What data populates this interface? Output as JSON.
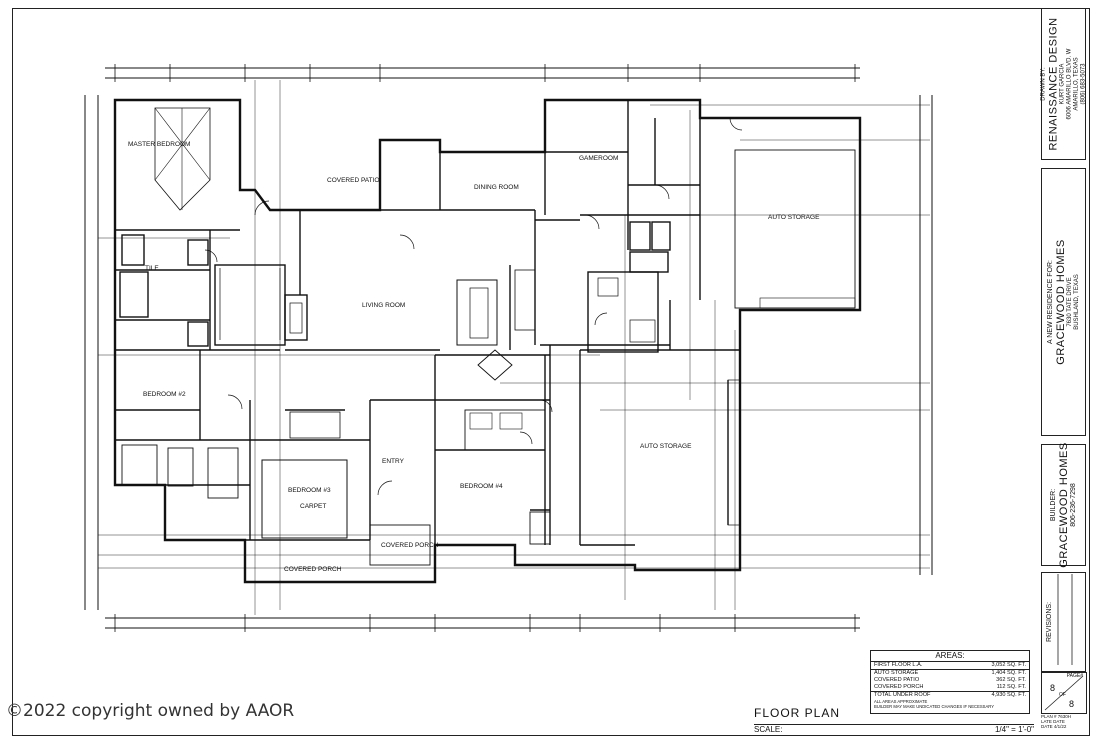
{
  "title_block": {
    "drawn_by_label": "DRAWN BY:",
    "designer": "RENAISSANCE DESIGN",
    "designer_contact_1": "KURT GARCIA",
    "designer_contact_2": "6006 AMARILLO BLVD. W",
    "designer_contact_3": "AMARILLO, TEXAS",
    "designer_contact_4": "(806) 683-5073",
    "residence_label": "A NEW RESIDENCE FOR:",
    "residence_name": "GRACEWOOD HOMES",
    "residence_addr_1": "7630 TATE DRIVE",
    "residence_addr_2": "BUSHLAND, TEXAS",
    "builder_label": "BUILDER:",
    "builder_name": "GRACEWOOD HOMES",
    "builder_phone": "806-236-7298",
    "revisions_label": "REVISIONS:",
    "page_label": "PAGE#",
    "page_number": "8",
    "page_of": "OF",
    "page_total": "8",
    "plan_info": "PLAN # 7630H\nLATE DATE\nDATE 4/1/22"
  },
  "areas": {
    "header": "AREAS:",
    "rows": [
      {
        "label": "FIRST FLOOR L.A.",
        "value": "3,052 SQ. FT."
      },
      {
        "label": "AUTO STORAGE",
        "value": "1,404 SQ. FT."
      },
      {
        "label": "COVERED PATIO",
        "value": "362 SQ. FT."
      },
      {
        "label": "COVERED PORCH",
        "value": "112 SQ. FT."
      },
      {
        "label": "TOTAL UNDER ROOF",
        "value": "4,930 SQ. FT."
      }
    ],
    "note_1": "ALL AREAS APPROXIMATE",
    "note_2": "BUILDER MAY MAKE UNDICATED CHANGES IF NECESSARY"
  },
  "drawing": {
    "title": "FLOOR PLAN",
    "scale_label": "SCALE:",
    "scale_value": "1/4\" = 1'-0\""
  },
  "rooms": {
    "master": "MASTER BEDROOM",
    "covered_patio": "COVERED PATIO",
    "dining": "DINING ROOM",
    "gameroom": "GAMEROOM",
    "auto_storage_1": "AUTO STORAGE",
    "living": "LIVING ROOM",
    "bedroom2": "BEDROOM #2",
    "bedroom3": "BEDROOM #3",
    "bedroom4": "BEDROOM #4",
    "entry": "ENTRY",
    "covered_porch_1": "COVERED PORCH",
    "covered_porch_2": "COVERED PORCH",
    "auto_storage_2": "AUTO STORAGE",
    "carpet": "CARPET",
    "tile": "TILE"
  },
  "watermark": "©2022 copyright owned by AAOR"
}
